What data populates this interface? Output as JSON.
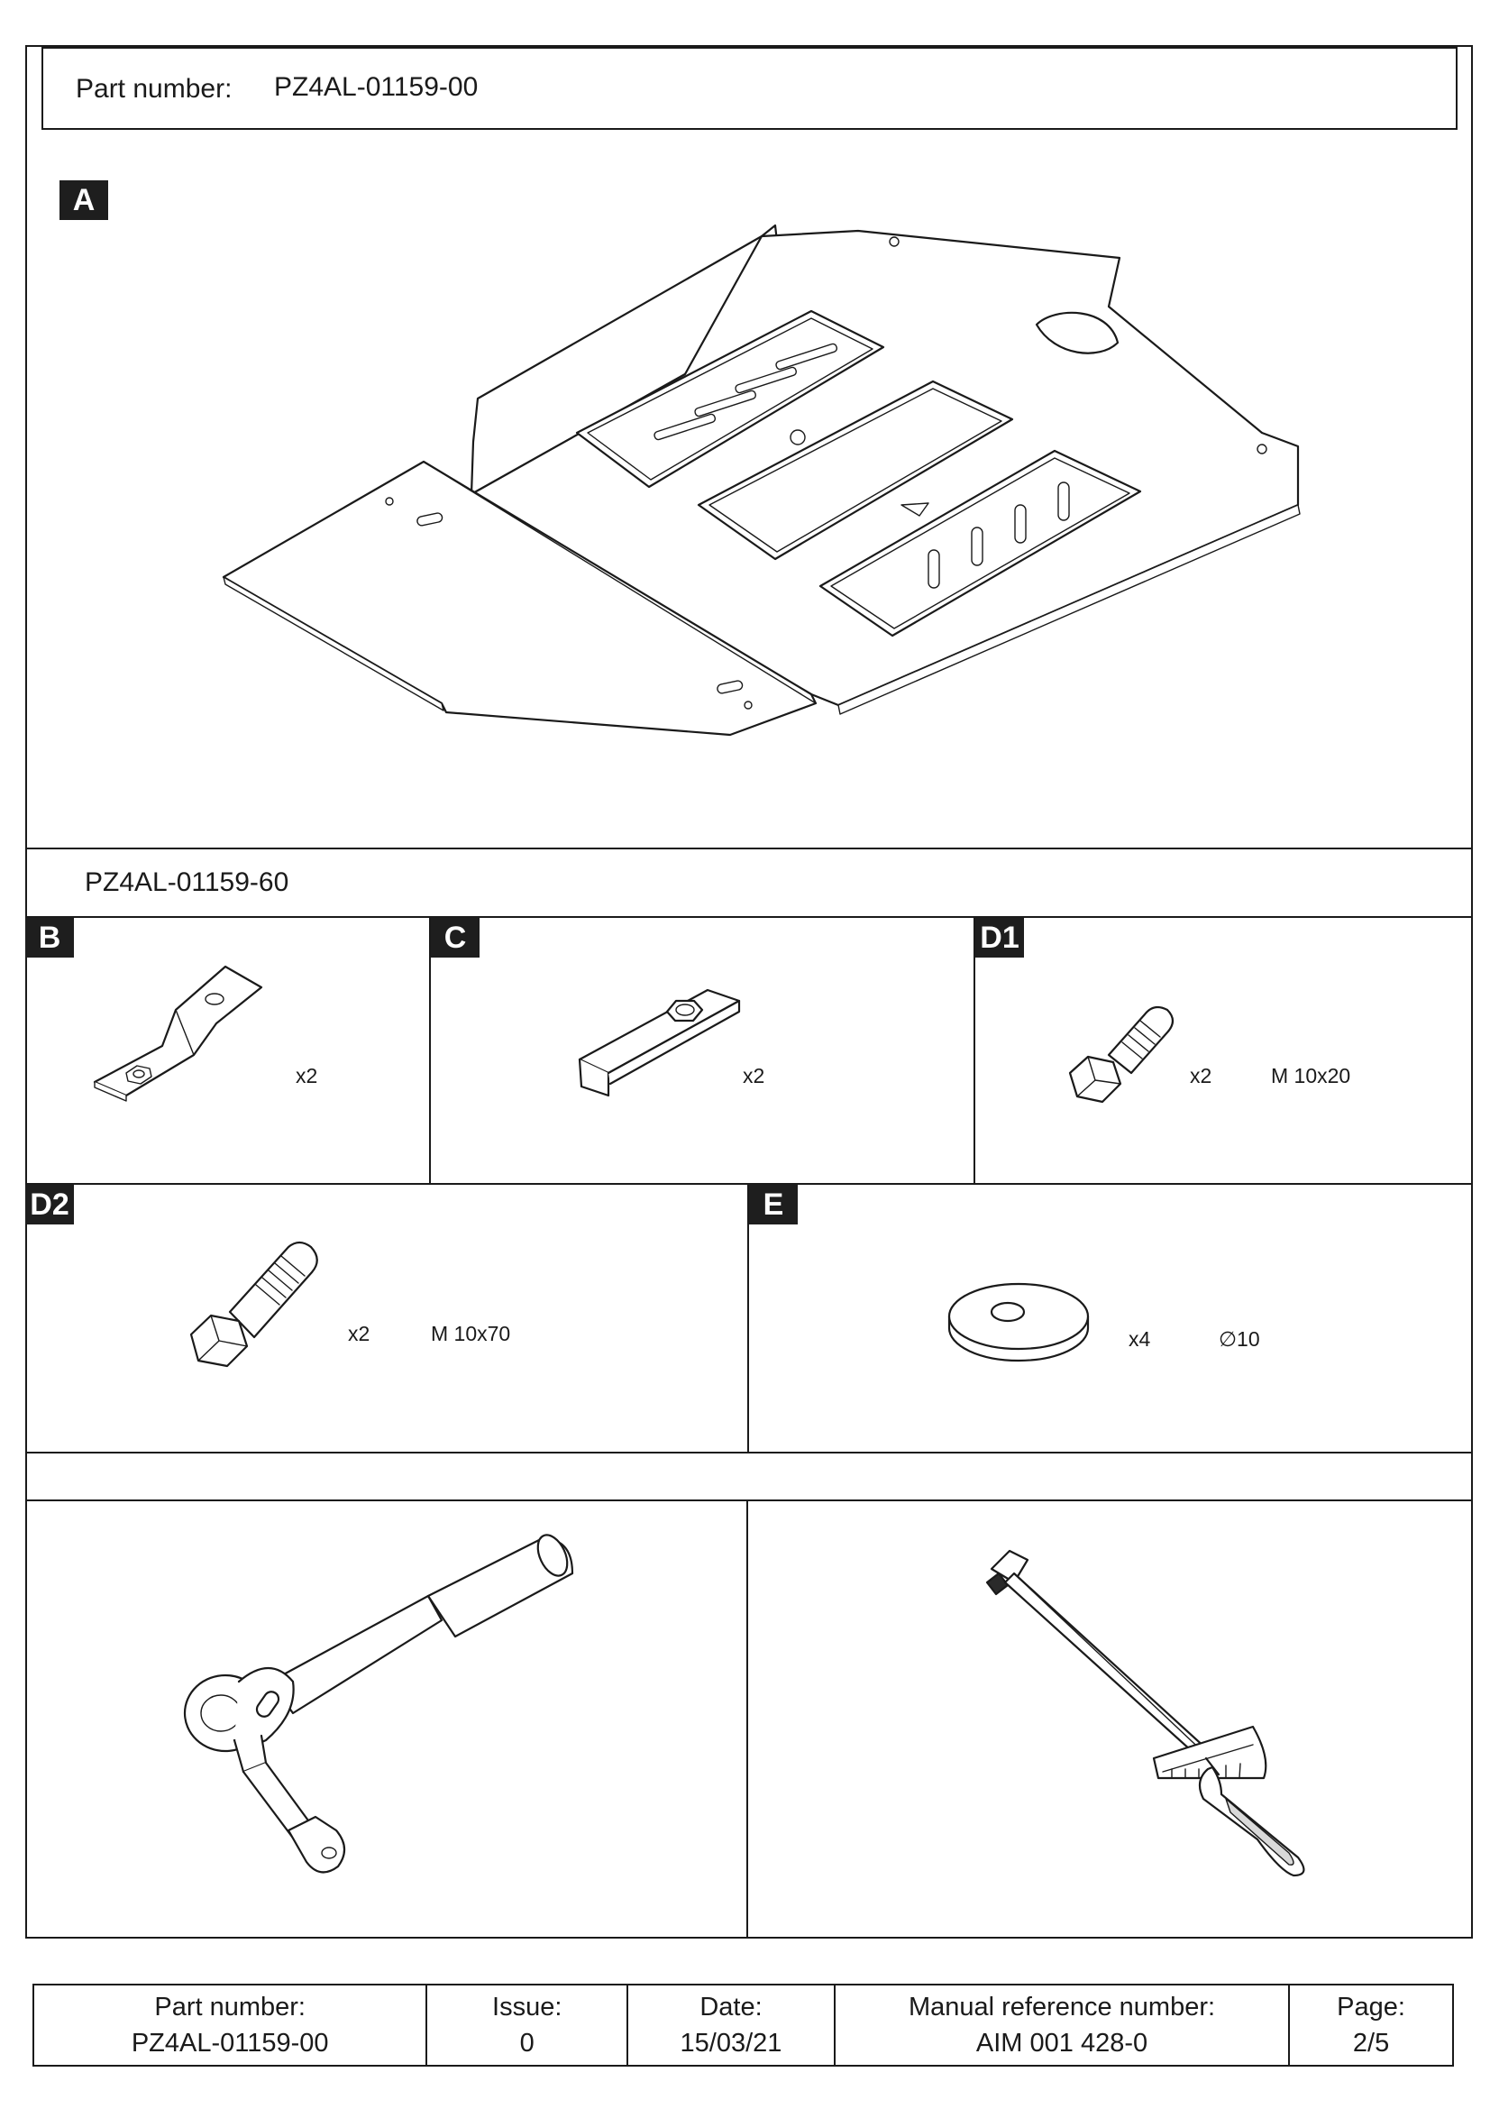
{
  "header": {
    "part_number_label": "Part number:",
    "part_number_value": "PZ4AL-01159-00"
  },
  "main_part": {
    "label": "A"
  },
  "kit": {
    "number": "PZ4AL-01159-60"
  },
  "components": [
    {
      "label": "B",
      "qty": "x2",
      "spec": ""
    },
    {
      "label": "C",
      "qty": "x2",
      "spec": ""
    },
    {
      "label": "D1",
      "qty": "x2",
      "spec": "M 10x20"
    },
    {
      "label": "D2",
      "qty": "x2",
      "spec": "M 10x70"
    },
    {
      "label": "E",
      "qty": "x4",
      "spec": "∅10"
    }
  ],
  "tools": [
    "ratchet-wrench-icon",
    "torque-wrench-icon"
  ],
  "footer": {
    "part_number_label": "Part number:",
    "part_number_value": "PZ4AL-01159-00",
    "issue_label": "Issue:",
    "issue_value": "0",
    "date_label": "Date:",
    "date_value": "15/03/21",
    "manual_label": "Manual reference number:",
    "manual_value": "AIM 001 428-0",
    "page_label": "Page:",
    "page_value": "2/5"
  }
}
